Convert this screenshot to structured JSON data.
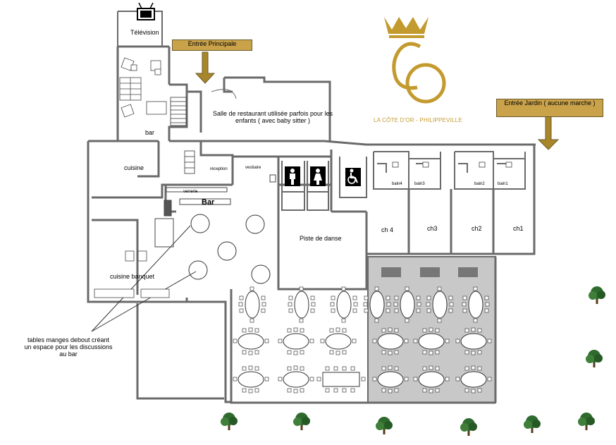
{
  "labels": {
    "television": "Télévision",
    "bar_small": "bar",
    "restaurant": "Salle de restaurant utilisée parfois pour les enfants ( avec baby sitter )",
    "cuisine": "cuisine",
    "reception": "réception",
    "vestiaire": "vestiaire",
    "verrerie": "verrerie",
    "bar_main": "Bar",
    "piste": "Piste de danse",
    "cuisine_banquet": "cuisine banquet",
    "tables_note": "tables manges debout créant un espace pour les discussions au bar",
    "bain4": "bain4",
    "bain3": "bain3",
    "bain2": "bain2",
    "bain1": "bain1",
    "ch4": "ch 4",
    "ch3": "ch3",
    "ch2": "ch2",
    "ch1": "ch1"
  },
  "signs": {
    "entree_principale": "Entrée Principale",
    "entree_jardin": "Entrée Jardin ( aucune marche )"
  },
  "logo": {
    "text": "LA CÔTE D'OR - PHILIPPEVILLE",
    "color": "#c39a2e"
  },
  "colors": {
    "sign_fill": "#c9a24a",
    "arrow_fill": "#a8862a",
    "terrace_fill": "#c8c8c8",
    "wall": "#6a6a6a",
    "tree_green": "#2f6b2f"
  },
  "icons": [
    "tv-icon",
    "stairs-icon",
    "crown-icon",
    "wc-icon",
    "handicap-icon",
    "tree-icon",
    "arrow-down-icon"
  ]
}
